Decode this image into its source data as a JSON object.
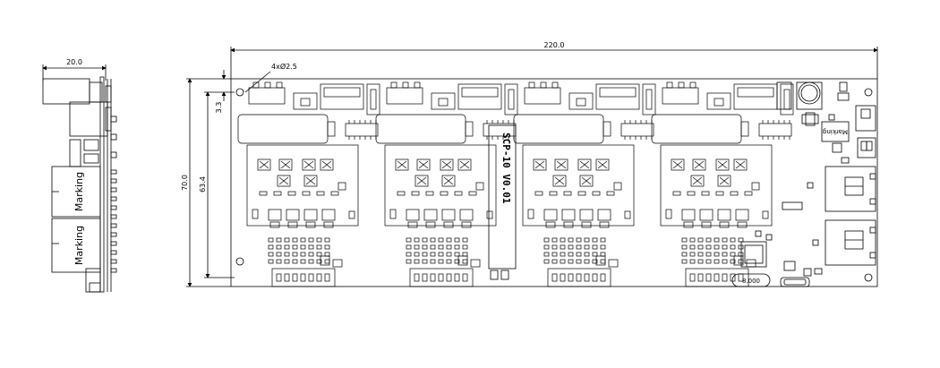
{
  "dimensions": {
    "width": "220.0",
    "height": "70.0",
    "inner_height": "63.4",
    "offset": "3.3",
    "hole_note": "4xØ2.5",
    "side_width": "20.0"
  },
  "markings": {
    "side_marking_1": "Marking",
    "side_marking_2": "Marking",
    "board_marking": "Marking",
    "board_text": "SCP-10 V0.01",
    "oscillator_label": "8.000"
  },
  "colors": {
    "line": "#000000",
    "background": "#ffffff"
  }
}
